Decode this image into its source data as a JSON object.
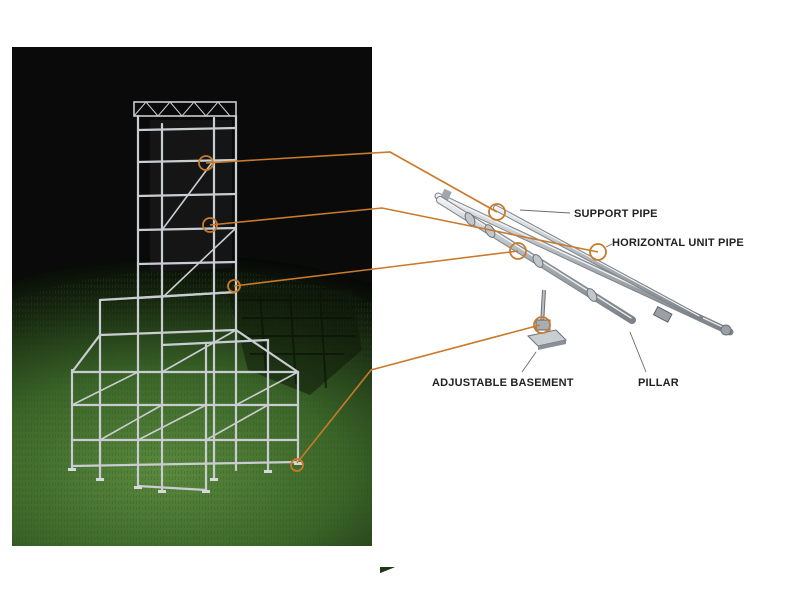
{
  "diagram": {
    "labels": {
      "support_pipe": "SUPPORT PIPE",
      "horizontal_unit_pipe": "HORIZONTAL UNIT PIPE",
      "adjustable_basement": "ADJUSTABLE BASEMENT",
      "pillar": "PILLAR"
    }
  },
  "colors": {
    "callout": "#c97a2b",
    "background_dark": "#0a0a0a",
    "grass": "#3f6a2e",
    "scaffold": "#cfd3d6",
    "pipe_metal": "#b9bec3",
    "label_text": "#222222"
  }
}
